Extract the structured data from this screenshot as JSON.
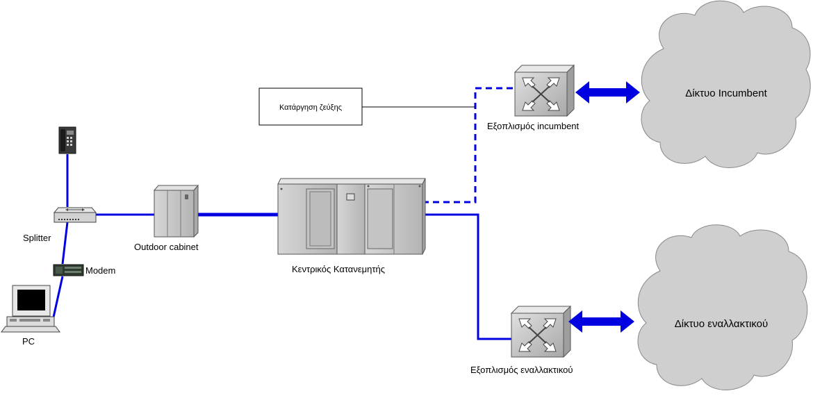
{
  "labels": {
    "splitter": "Splitter",
    "modem": "Modem",
    "pc": "PC",
    "outdoor_cabinet": "Outdoor cabinet",
    "central_distributor": "Κεντρικός Κατανεμητής",
    "unbundling_box": "Κατάργηση ζεύξης",
    "incumbent_equipment": "Εξοπλισμός incumbent",
    "alternative_equipment": "Εξοπλισμός εναλλακτικού",
    "incumbent_network": "Δίκτυο Incumbent",
    "alternative_network": "Δίκτυο εναλλακτικού"
  },
  "colors": {
    "link": "#0000e0",
    "cloud_fill": "#cfcfcf",
    "cloud_stroke": "#888888",
    "device_fill": "#c8c8c8",
    "device_stroke": "#555555"
  },
  "icons": {
    "telephone": "telephone-icon",
    "splitter": "splitter-icon",
    "modem": "modem-icon",
    "pc": "pc-icon",
    "cabinet": "outdoor-cabinet-icon",
    "rack": "distribution-frame-icon",
    "switch": "switch-icon"
  }
}
